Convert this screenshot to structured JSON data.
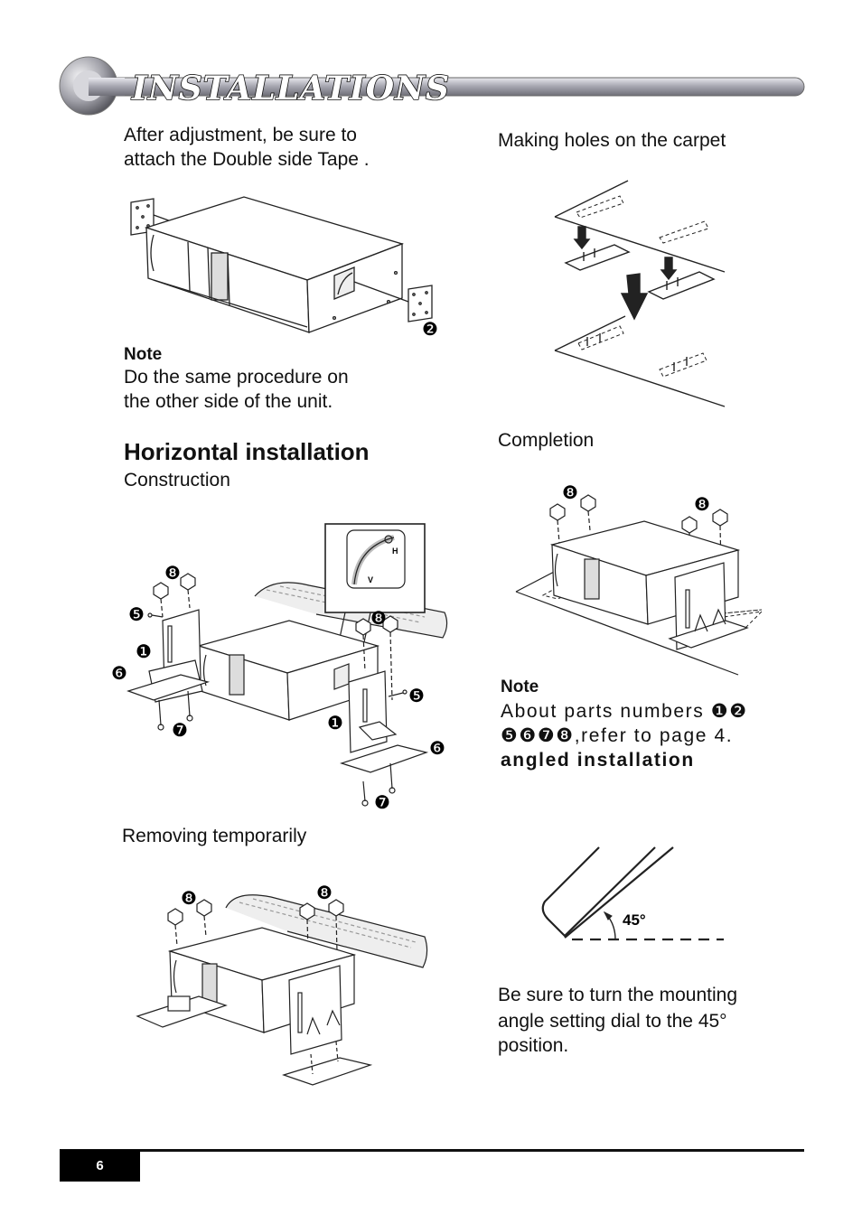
{
  "header": {
    "title": "INSTALLATIONS"
  },
  "left": {
    "intro": [
      "After adjustment, be sure to",
      "attach the Double side Tape  ."
    ],
    "fig1_callout": "❷",
    "note1": {
      "label": "Note",
      "lines": [
        "Do the same procedure on",
        "the other side of the unit."
      ]
    },
    "horizontal": {
      "title": "Horizontal installation",
      "subtitle": "Construction"
    },
    "construction_callouts": {
      "c8a": "❽",
      "c5a": "❺",
      "c1a": "❶",
      "c6a": "❻",
      "c7a": "❼",
      "c8b": "❽",
      "c5b": "❺",
      "c1b": "❶",
      "c6b": "❻",
      "c7b": "❼"
    },
    "dial_labels": {
      "h": "H",
      "v": "V"
    },
    "removing": {
      "title": "Removing temporarily",
      "c8a": "❽",
      "c8b": "❽"
    }
  },
  "right": {
    "holes_title": "Making holes on the carpet",
    "completion_title": "Completion",
    "completion_callouts": {
      "c8a": "❽",
      "c8b": "❽"
    },
    "note2": {
      "label": "Note",
      "line1": "About parts numbers ❶❷",
      "line2": "❺❻❼❽,refer to page 4.",
      "line3": "angled installation"
    },
    "angle_label": "45°",
    "final_lines": [
      "Be sure to turn the mounting",
      "angle setting dial to the 45°",
      "position."
    ]
  },
  "footer": {
    "page_number": "6"
  }
}
